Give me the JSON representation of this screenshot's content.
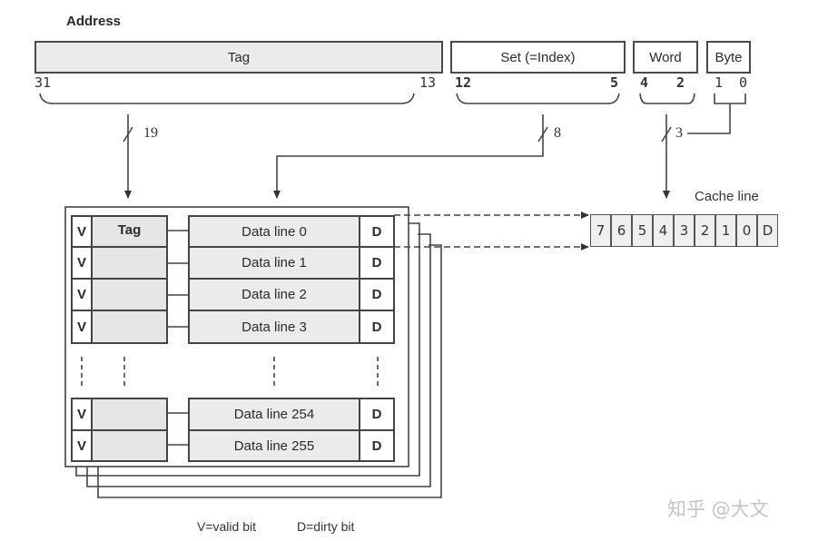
{
  "address": {
    "title": "Address",
    "fields": [
      {
        "label": "Tag",
        "high_bit": "31",
        "low_bit": "13",
        "width_bits": "19"
      },
      {
        "label": "Set (=Index)",
        "high_bit": "12",
        "low_bit": "5",
        "width_bits": "8"
      },
      {
        "label": "Word",
        "high_bit": "4",
        "low_bit": "2",
        "width_bits": "3"
      },
      {
        "label": "Byte",
        "high_bit": "1",
        "low_bit": "0"
      }
    ]
  },
  "cache_table": {
    "header_tag": "Tag",
    "valid_label": "V",
    "dirty_label": "D",
    "rows": [
      "Data line 0",
      "Data line 1",
      "Data line 2",
      "Data line 3",
      "Data line 254",
      "Data line 255"
    ]
  },
  "cache_line": {
    "title": "Cache line",
    "cells": [
      "7",
      "6",
      "5",
      "4",
      "3",
      "2",
      "1",
      "0",
      "D"
    ]
  },
  "legend": {
    "valid": "V=valid bit",
    "dirty": "D=dirty bit"
  },
  "watermark": "知乎 @大文"
}
